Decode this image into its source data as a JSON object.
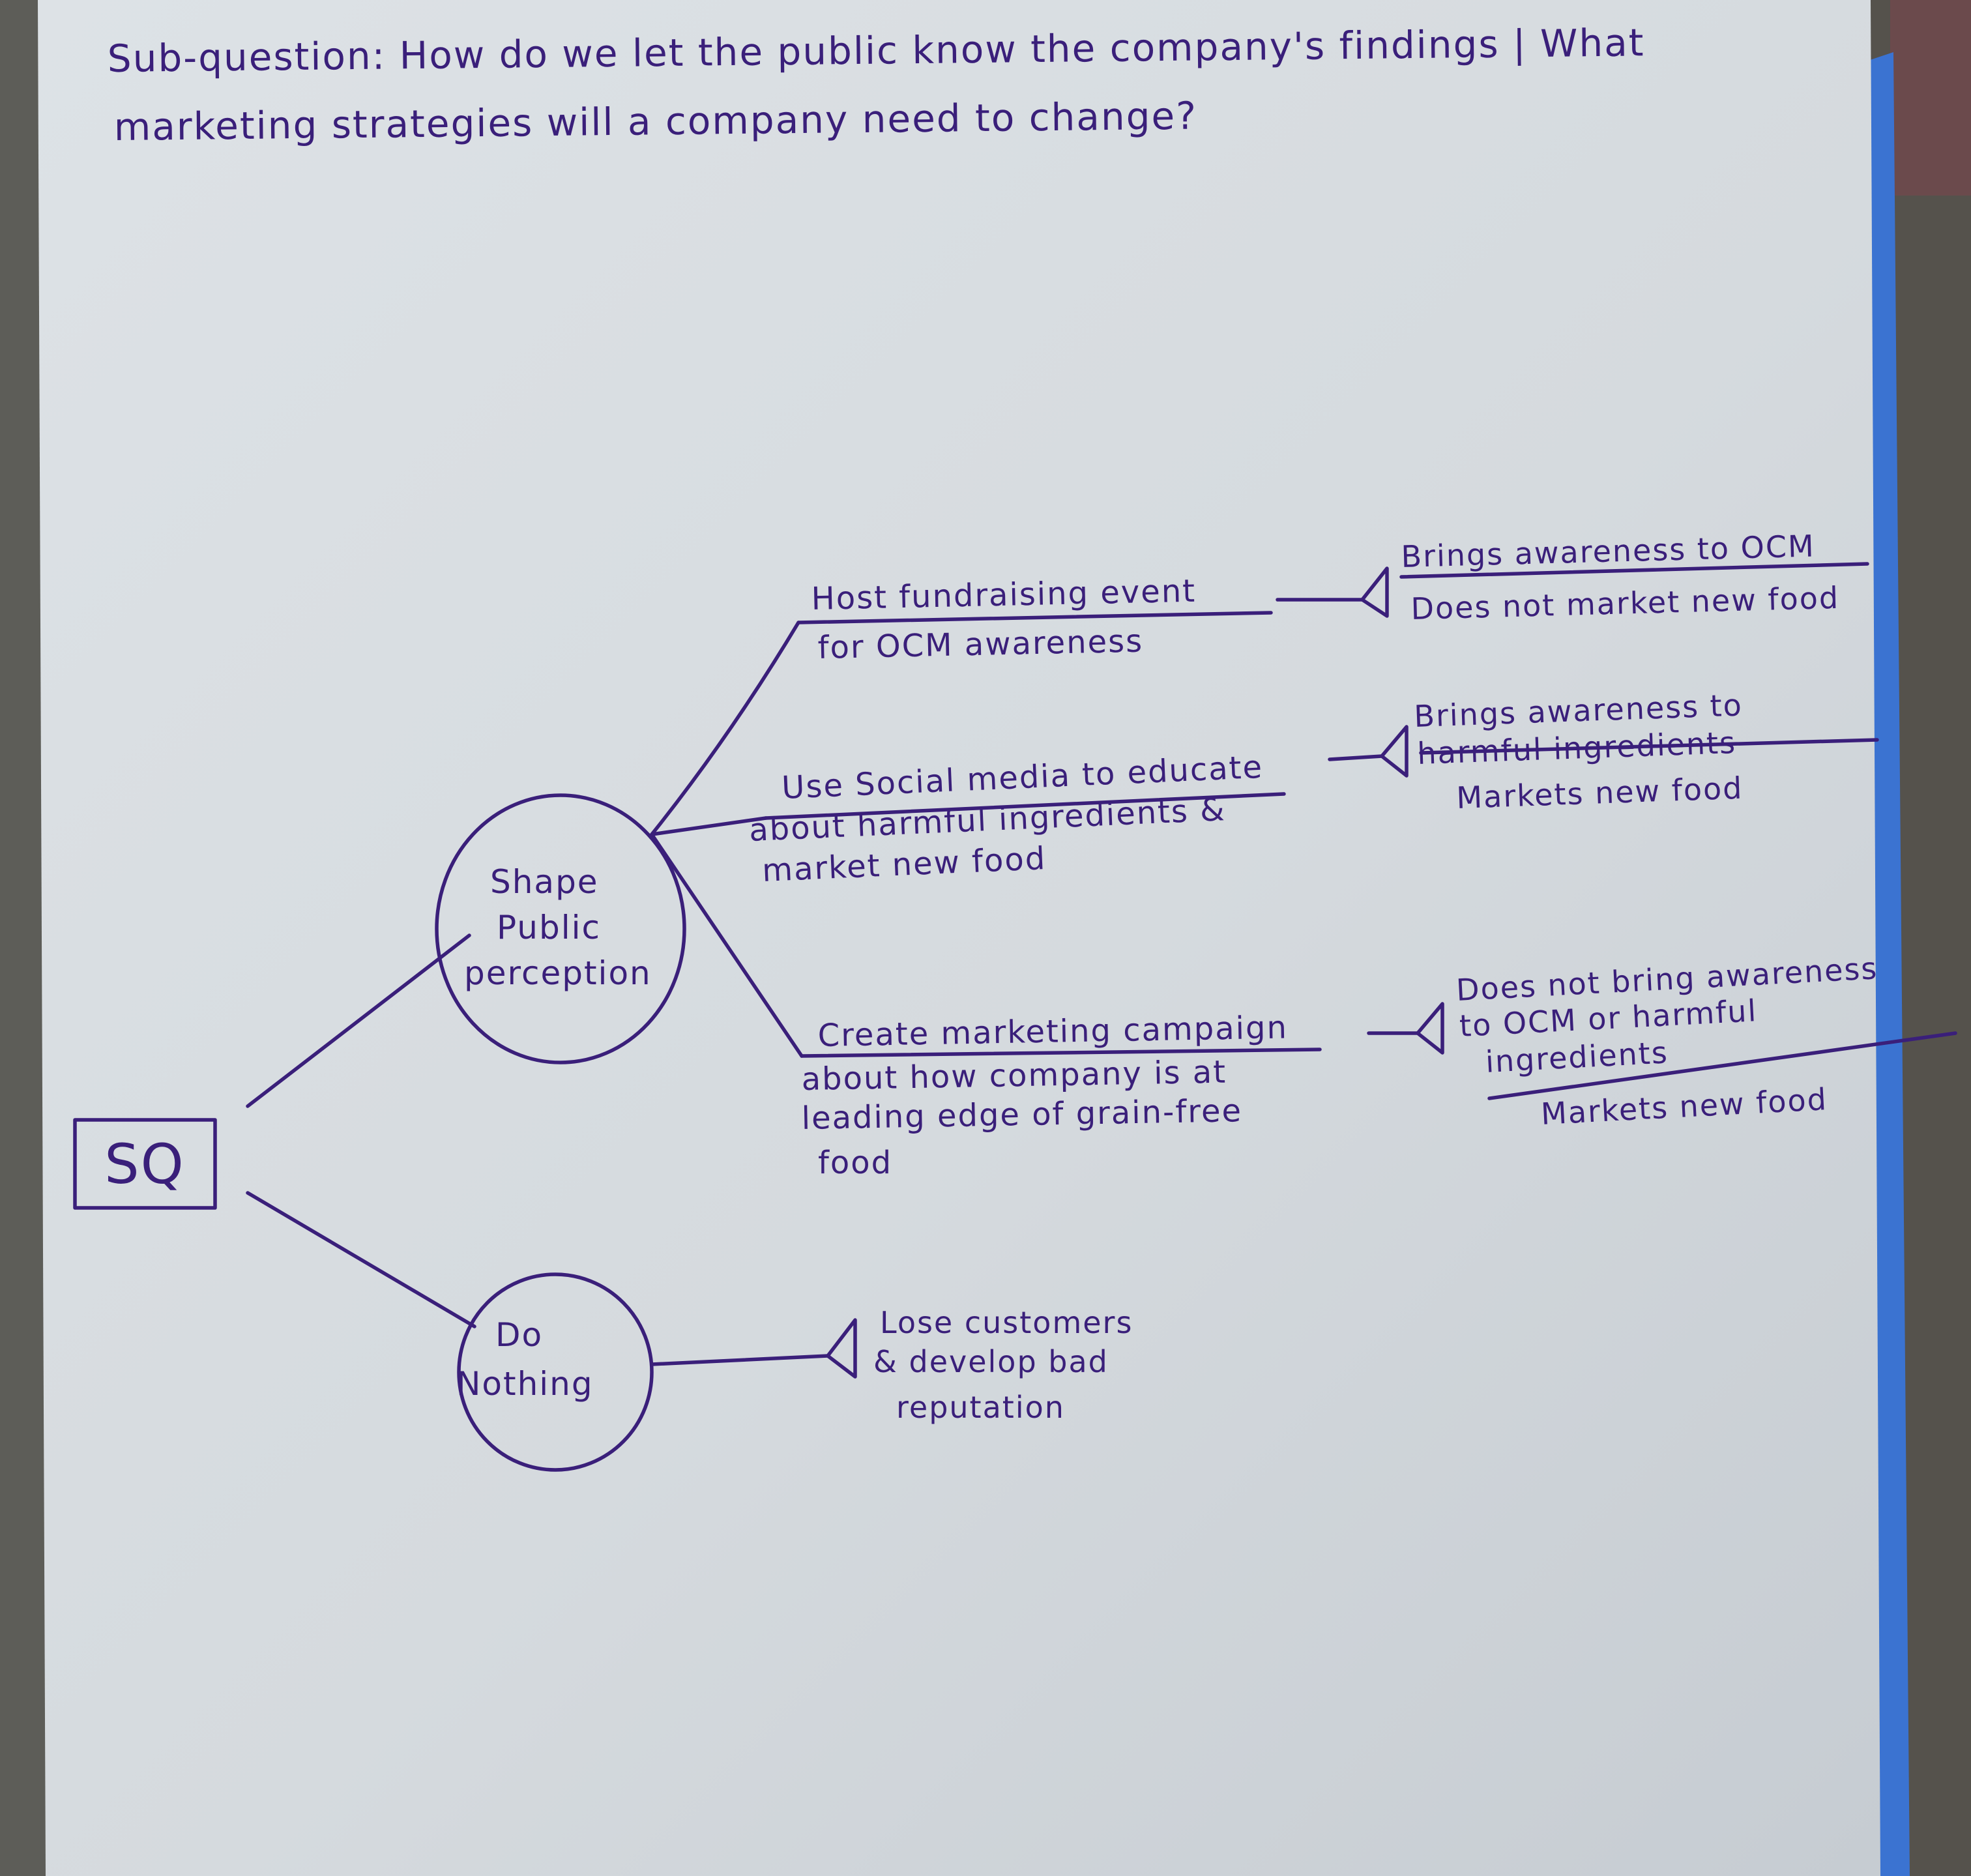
{
  "title": {
    "line1": "Sub-question: How do we let the public know the company's findings | What",
    "line2": "marketing strategies will a company need to change?"
  },
  "root": {
    "label": "SQ"
  },
  "decisions": {
    "shape": {
      "line1": "Shape",
      "line2": "Public",
      "line3": "perception"
    },
    "nothing": {
      "line1": "Do",
      "line2": "Nothing"
    }
  },
  "options": [
    {
      "lines": [
        "Host fundraising event",
        "for OCM awareness"
      ],
      "outcome_top": [
        "Brings awareness to OCM"
      ],
      "outcome_bottom": [
        "Does not market new food"
      ]
    },
    {
      "lines": [
        "Use Social media to educate",
        "about harmful ingredients &",
        "market new food"
      ],
      "outcome_top": [
        "Brings awareness to",
        "harmful ingredients"
      ],
      "outcome_bottom": [
        "Markets new food"
      ]
    },
    {
      "lines": [
        "Create marketing campaign",
        "about how company is at",
        "leading edge of grain-free",
        "food"
      ],
      "outcome_top": [
        "Does not bring awareness",
        "to OCM or harmful",
        "ingredients"
      ],
      "outcome_bottom": [
        "Markets new food"
      ]
    }
  ],
  "nothing_outcome": {
    "lines": [
      "Lose customers",
      "& develop bad",
      "reputation"
    ]
  },
  "colors": {
    "ink": "#3a1f7a",
    "paper": "#d6dbdf",
    "paper_shadow": "#c3c9cf",
    "binder_blue": "#3b73d1",
    "background": "#6f6c68"
  }
}
